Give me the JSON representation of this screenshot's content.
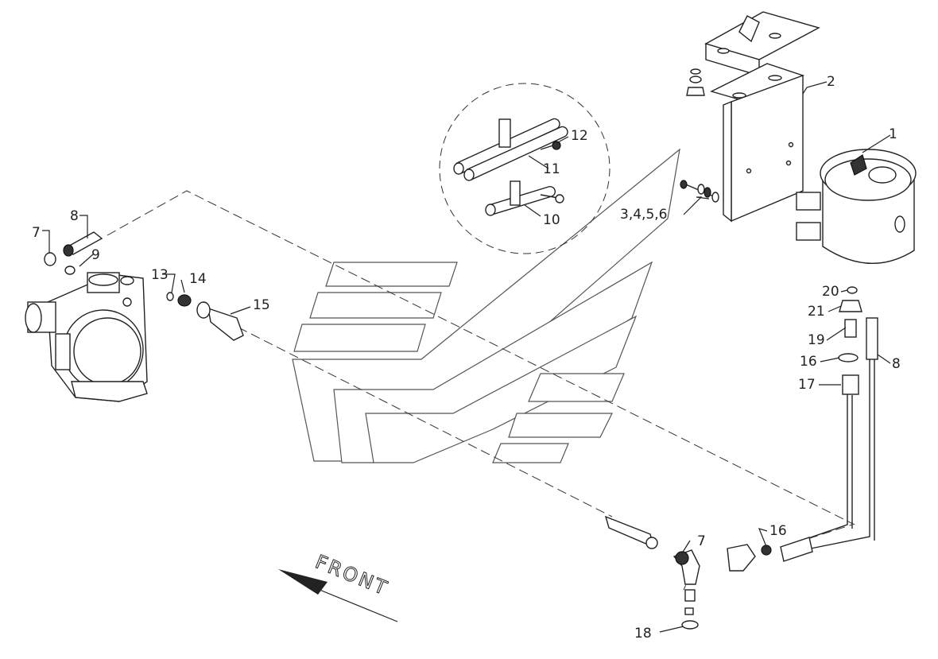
{
  "callouts": [
    {
      "id": "c1",
      "text": "1"
    },
    {
      "id": "c2",
      "text": "2"
    },
    {
      "id": "c3456",
      "text": "3,4,5,6"
    },
    {
      "id": "c7a",
      "text": "7"
    },
    {
      "id": "c7b",
      "text": "7"
    },
    {
      "id": "c8a",
      "text": "8"
    },
    {
      "id": "c8b",
      "text": "8"
    },
    {
      "id": "c9",
      "text": "9"
    },
    {
      "id": "c10",
      "text": "10"
    },
    {
      "id": "c11",
      "text": "11"
    },
    {
      "id": "c12",
      "text": "12"
    },
    {
      "id": "c13",
      "text": "13"
    },
    {
      "id": "c14",
      "text": "14"
    },
    {
      "id": "c15",
      "text": "15"
    },
    {
      "id": "c16a",
      "text": "16"
    },
    {
      "id": "c16b",
      "text": "16"
    },
    {
      "id": "c17",
      "text": "17"
    },
    {
      "id": "c18",
      "text": "18"
    },
    {
      "id": "c19",
      "text": "19"
    },
    {
      "id": "c20",
      "text": "20"
    },
    {
      "id": "c21",
      "text": "21"
    }
  ],
  "direction": {
    "label": "FRONT"
  }
}
